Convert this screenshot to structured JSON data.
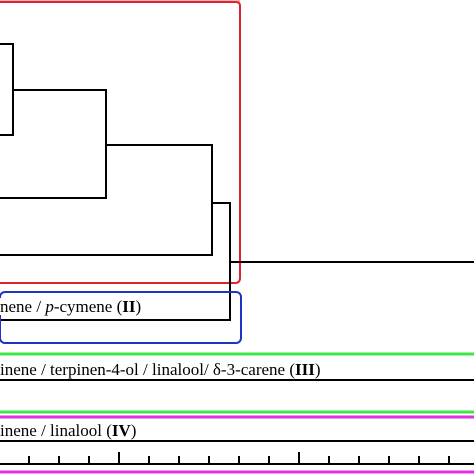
{
  "colors": {
    "line": "#000000",
    "group_I_box": "#e0222b",
    "group_II_box": "#1f32c8",
    "group_III_box": "#3ee64a",
    "group_IV_box": "#e030e0",
    "pink_top": "#f6b6c4"
  },
  "labels": {
    "group_II": {
      "pre": "nene / ",
      "ital": "p",
      "post": "-cymene (",
      "roman": "II",
      "close": ")"
    },
    "group_III": {
      "pre": "inene / terpinen-4-ol / linalool/ δ-3-carene (",
      "roman": "III",
      "close": ")"
    },
    "group_IV": {
      "pre": "inene / linalool (",
      "roman": "IV",
      "close": ")"
    }
  }
}
